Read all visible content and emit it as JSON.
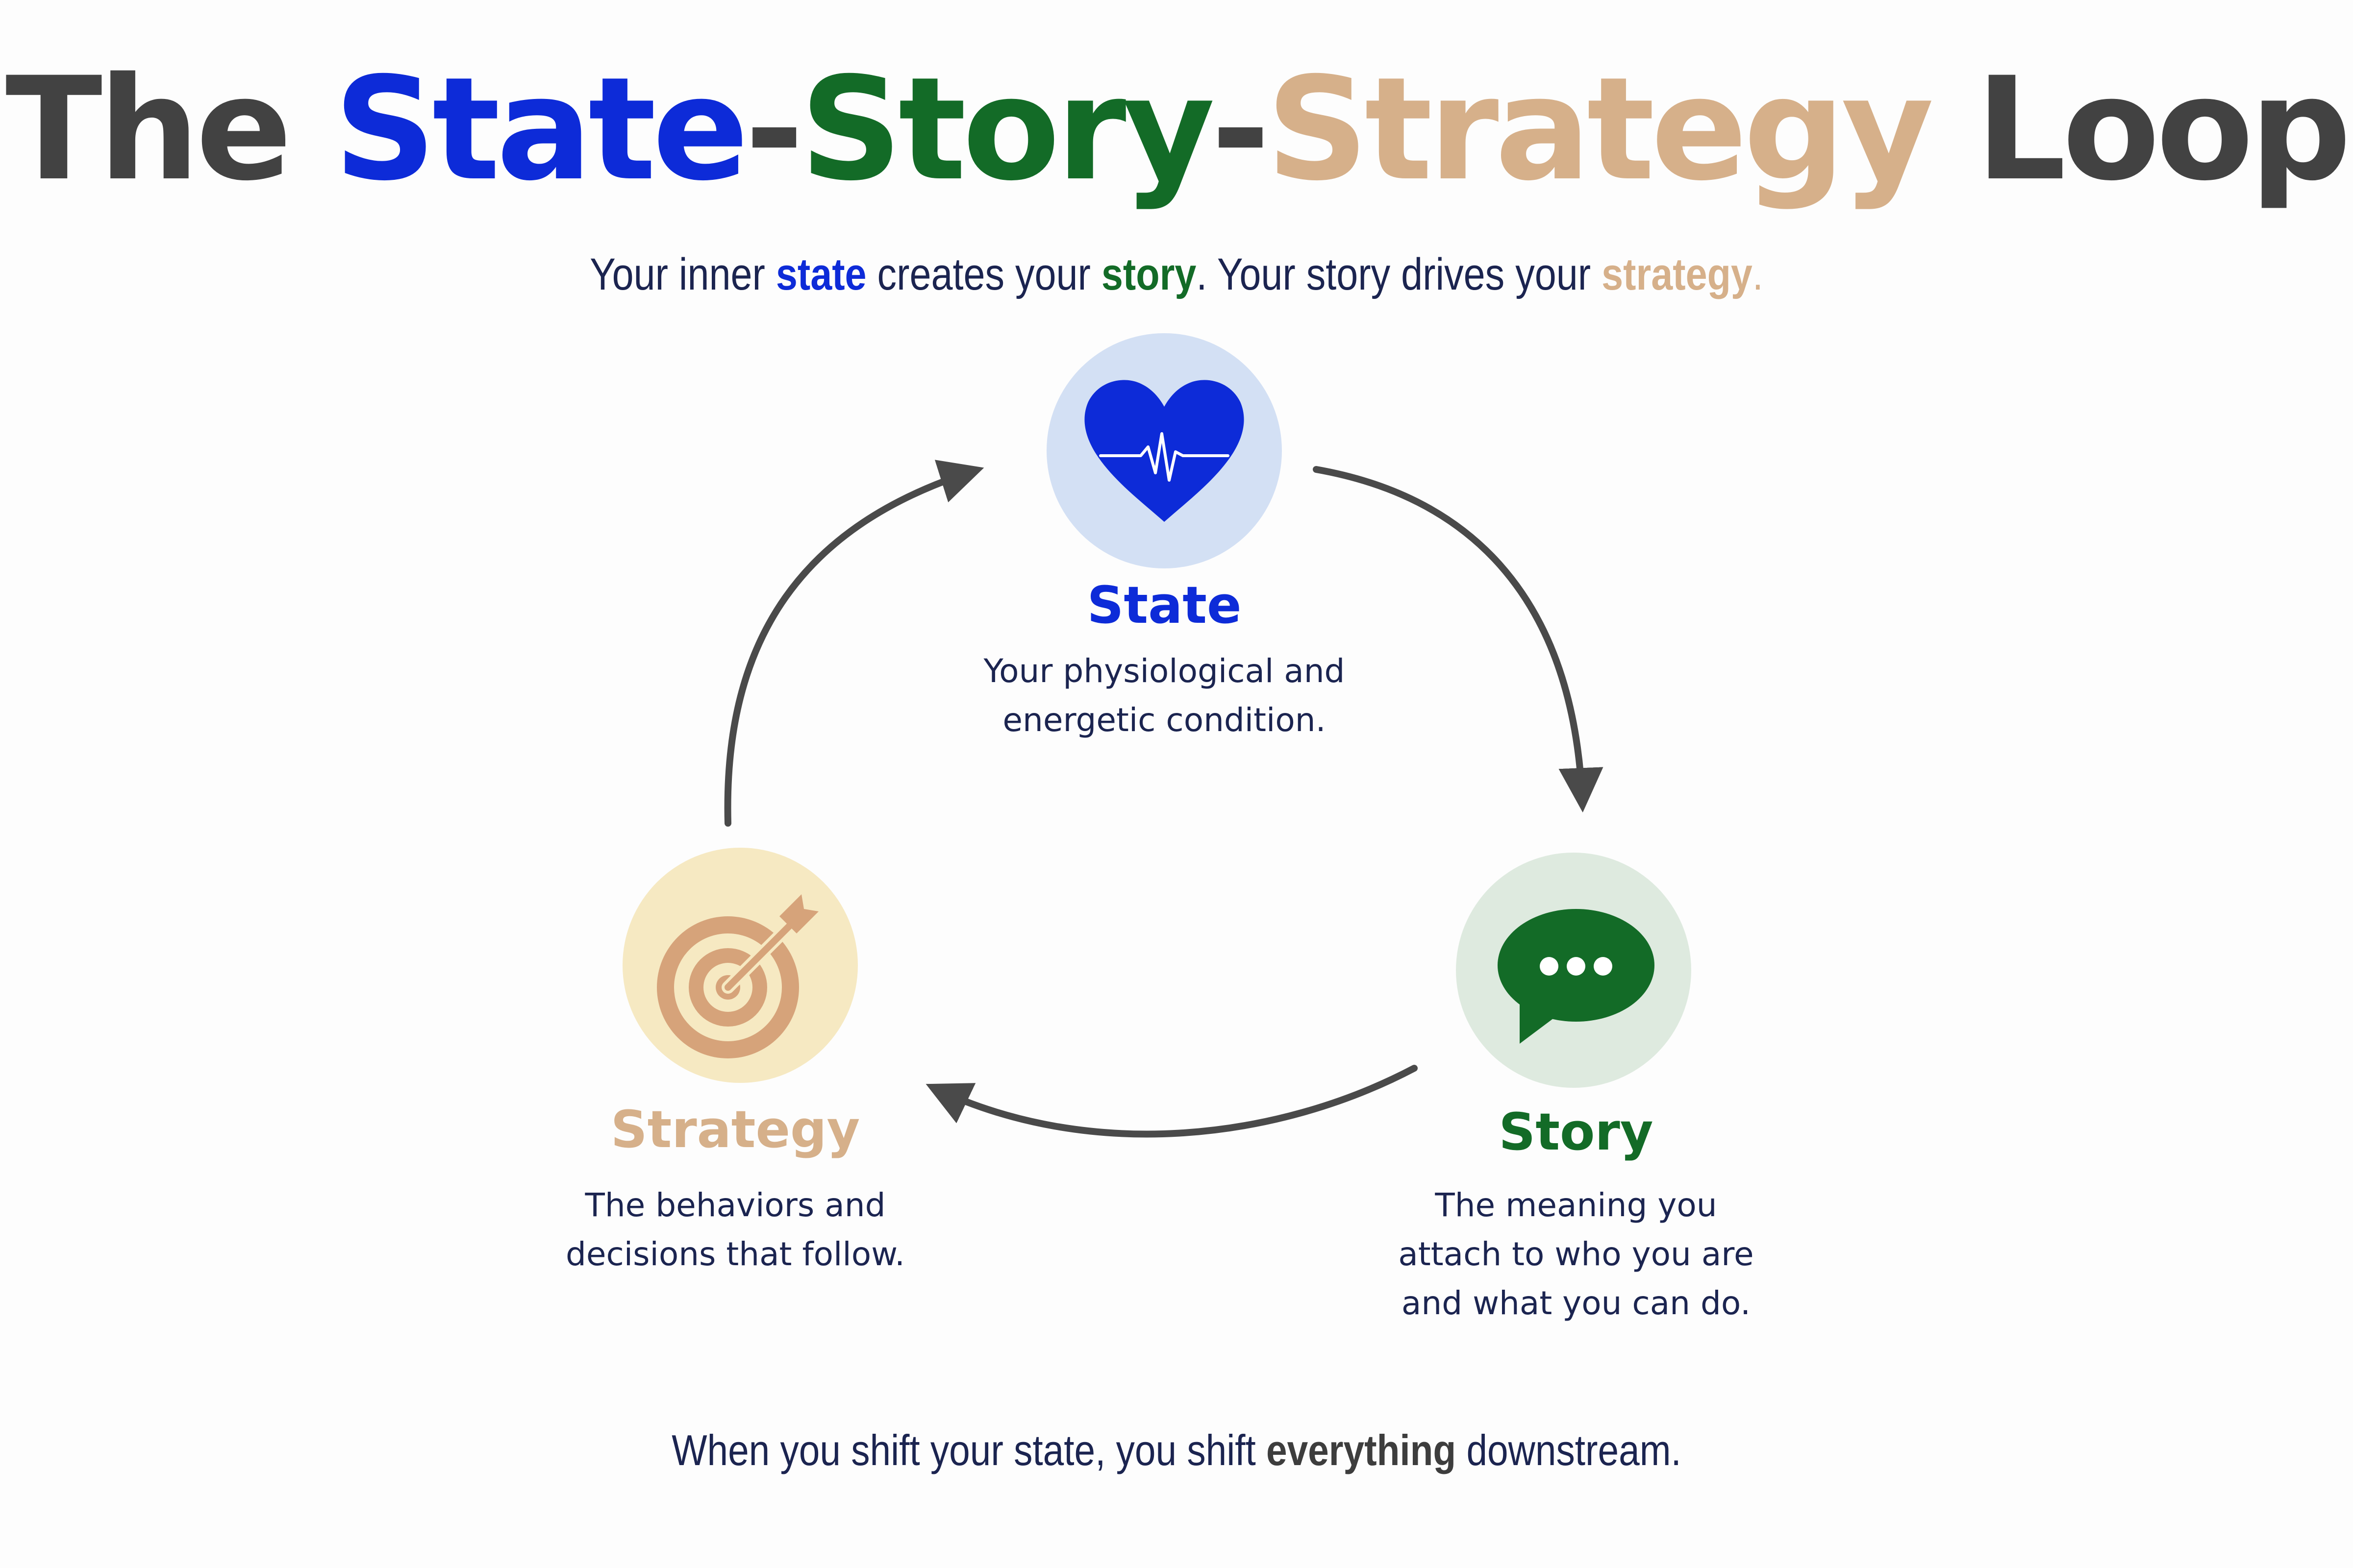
{
  "title": {
    "the": "The ",
    "state": "State",
    "dash1": "-",
    "story": "Story",
    "dash2": "-",
    "strategy": "Strategy",
    "loop": " Loop"
  },
  "subtitle": {
    "p1": "Your inner ",
    "state": "state",
    "p2": " creates your ",
    "story": "story",
    "p3": ". Your story drives your ",
    "strategy": "strategy",
    "p4": "."
  },
  "nodes": {
    "state": {
      "title": "State",
      "desc_line1": "Your physiological and",
      "desc_line2": "energetic condition.",
      "icon": "heart-pulse-icon"
    },
    "story": {
      "title": "Story",
      "desc_line1": "The meaning you",
      "desc_line2": "attach to who you are",
      "desc_line3": "and what you can do.",
      "icon": "speech-bubble-icon"
    },
    "strategy": {
      "title": "Strategy",
      "desc_line1": "The behaviors and",
      "desc_line2": "decisions that follow.",
      "icon": "target-arrow-icon"
    }
  },
  "footer": {
    "p1": "When you shift your state, you shift ",
    "bold": "everything",
    "p2": " downstream."
  },
  "colors": {
    "state": "#0d2bd8",
    "story": "#136b27",
    "strategy": "#d6b08a",
    "dark": "#424242",
    "text": "#1b2450",
    "arrow": "#4a4a4a"
  }
}
